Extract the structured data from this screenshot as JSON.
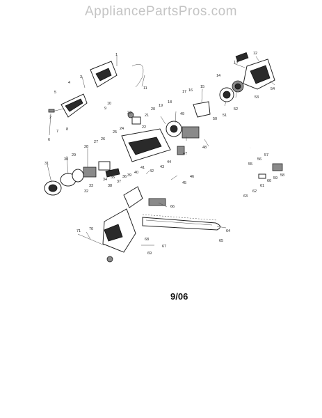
{
  "watermark": "AppliancePartsPros.com",
  "revision_date": "9/06",
  "part_labels": [
    "1",
    "2",
    "3",
    "4",
    "5",
    "6",
    "7",
    "8",
    "9",
    "10",
    "11",
    "12",
    "13",
    "14",
    "15",
    "16",
    "17",
    "18",
    "19",
    "20",
    "21",
    "22",
    "23",
    "24",
    "25",
    "26",
    "27",
    "28",
    "29",
    "30",
    "31",
    "32",
    "33",
    "34",
    "35",
    "36",
    "37",
    "38",
    "39",
    "40",
    "41",
    "42",
    "43",
    "44",
    "45",
    "46",
    "47",
    "48",
    "49",
    "50",
    "51",
    "52",
    "53",
    "54",
    "55",
    "56",
    "57",
    "58",
    "59",
    "60",
    "61",
    "62",
    "63",
    "64",
    "65",
    "66",
    "67",
    "68",
    "69",
    "70",
    "71"
  ]
}
